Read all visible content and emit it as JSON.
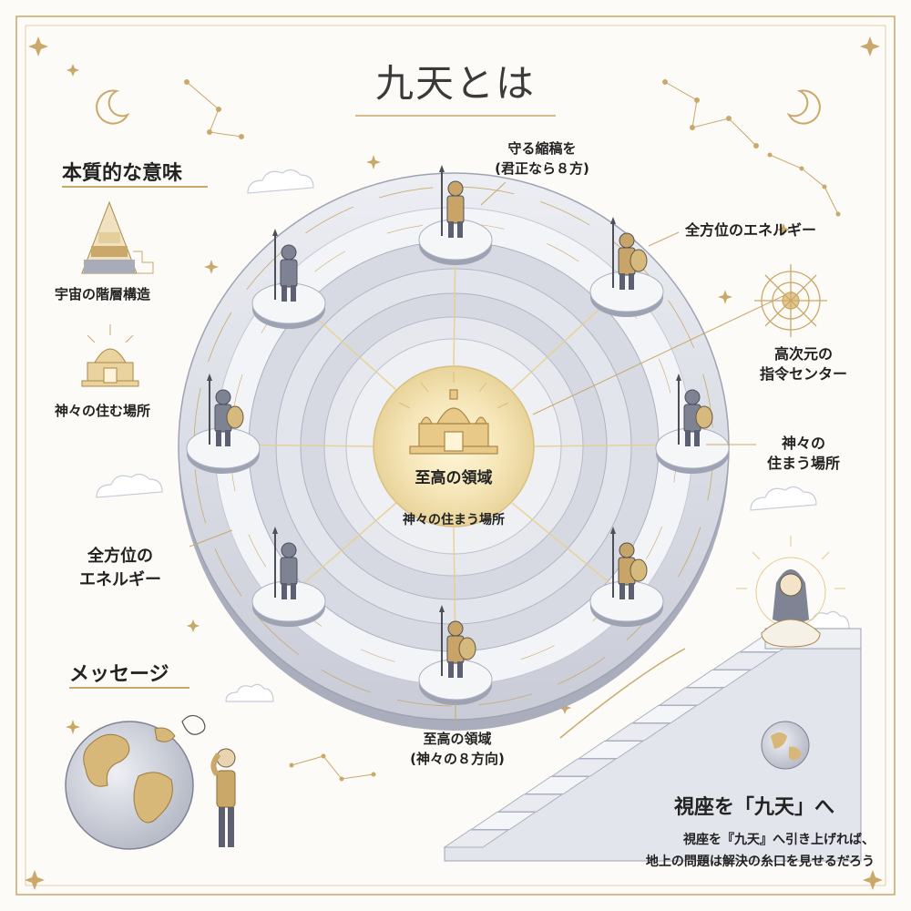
{
  "title": "九天とは",
  "left": {
    "heading": "本質的な意味",
    "items": [
      {
        "label": "宇宙の階層構造",
        "icon": "pyramid-icon"
      },
      {
        "label": "神々の住む場所",
        "icon": "temple-icon"
      }
    ],
    "energy_label": [
      "全方位の",
      "エネルギー"
    ],
    "message_heading": "メッセージ"
  },
  "annotations": {
    "top": [
      "守る縮稿を",
      "(君正なら８方)"
    ],
    "right_energy": "全方位のエネルギー",
    "command_center": [
      "高次元の",
      "指令センター"
    ],
    "dwelling": [
      "神々の",
      "住まう場所"
    ],
    "bottom": [
      "至高の領域",
      "(神々の８方向)"
    ]
  },
  "center": {
    "title": "至高の領域",
    "subtitle": "神々の住まう場所"
  },
  "bottom_right": {
    "heading": "視座を「九天」へ",
    "lines": [
      "視座を『九天』へ引き上げれば、",
      "地上の問題は解決の糸口を見せるだろう"
    ]
  },
  "colors": {
    "gold": "#c9a86a",
    "ring": "#d6d8e0",
    "ring_dark": "#aeb2c2",
    "bg": "#fdfbf7"
  }
}
